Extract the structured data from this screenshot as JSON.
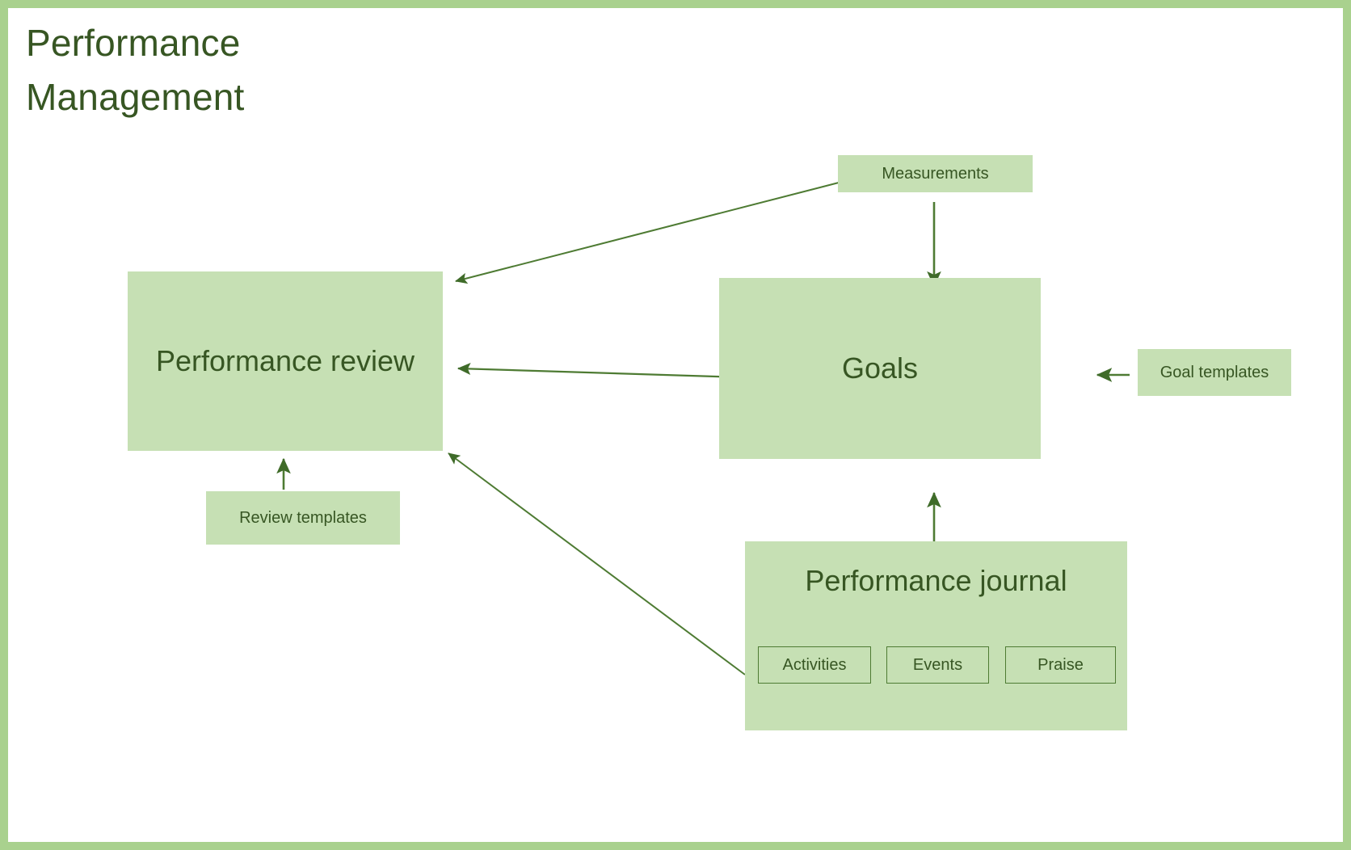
{
  "page": {
    "title": "Performance\nManagement",
    "frame_color": "#A9D18E",
    "node_fill": "#C6E0B4",
    "text_color": "#375623",
    "edge_color": "#4E7B33",
    "background": "#ffffff"
  },
  "nodes": {
    "performance_review": {
      "label": "Performance review"
    },
    "goals": {
      "label": "Goals"
    },
    "measurements": {
      "label": "Measurements"
    },
    "goal_templates": {
      "label": "Goal templates"
    },
    "review_templates": {
      "label": "Review templates"
    },
    "performance_journal": {
      "label": "Performance journal"
    }
  },
  "journal_chips": [
    {
      "label": "Activities"
    },
    {
      "label": "Events"
    },
    {
      "label": "Praise"
    }
  ],
  "edges": [
    {
      "from": "measurements",
      "to": "performance_review"
    },
    {
      "from": "measurements",
      "to": "goals"
    },
    {
      "from": "goals",
      "to": "performance_review"
    },
    {
      "from": "goal_templates",
      "to": "goals"
    },
    {
      "from": "review_templates",
      "to": "performance_review"
    },
    {
      "from": "performance_journal",
      "to": "performance_review"
    },
    {
      "from": "performance_journal",
      "to": "goals"
    }
  ]
}
